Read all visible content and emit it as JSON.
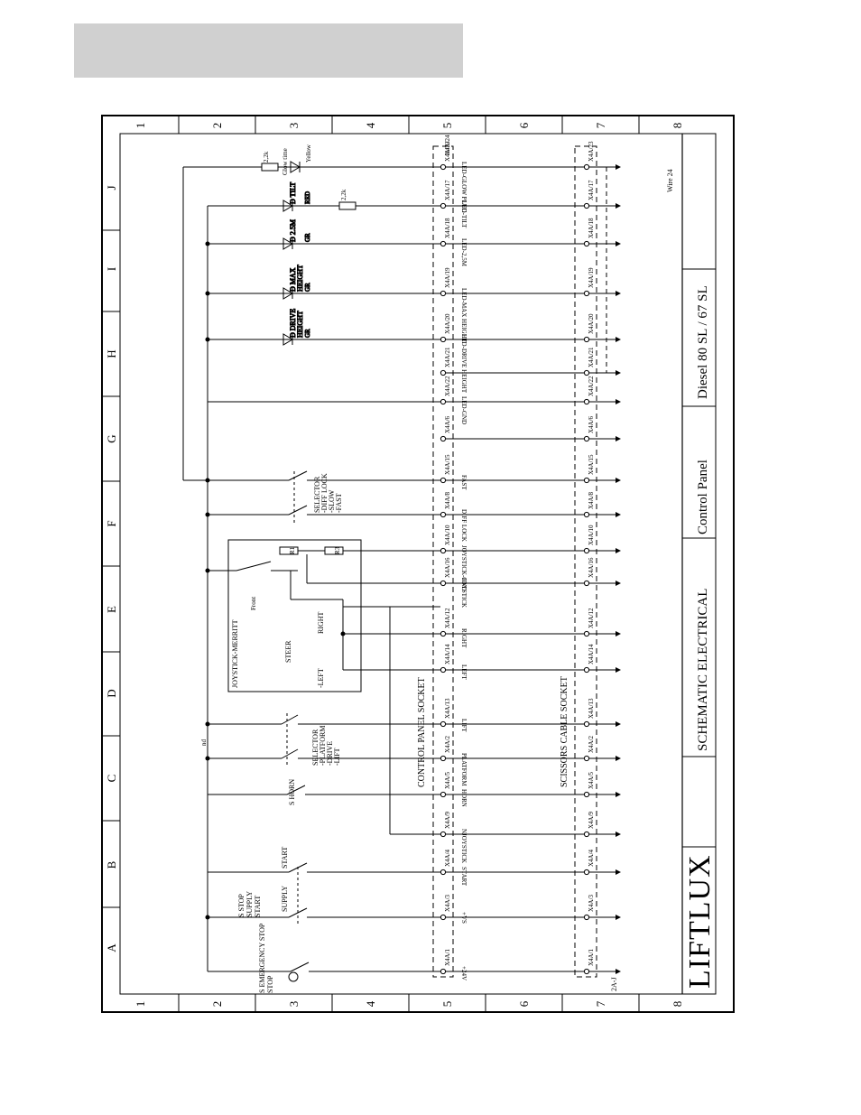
{
  "title_block": {
    "brand": "LIFTLUX",
    "drawing_type": "SCHEMATIC ELECTRICAL",
    "sheet_name": "Control Panel",
    "model": "Diesel 80 SL / 67 SL"
  },
  "grid": {
    "columns": [
      "1",
      "2",
      "3",
      "4",
      "5",
      "6",
      "7",
      "8"
    ],
    "rows": [
      "A",
      "B",
      "C",
      "D",
      "E",
      "F",
      "G",
      "H",
      "I",
      "J"
    ]
  },
  "sockets": {
    "control_panel": "CONTROL PANEL    SOCKET",
    "scissors_cable": "SCISSORS CABLE   SOCKET"
  },
  "wires": [
    {
      "pin": "X4A/1",
      "signal": "+24V"
    },
    {
      "pin": "X4A/3",
      "signal": "+VS"
    },
    {
      "pin": "X4A/4",
      "signal": "START"
    },
    {
      "pin": "X4A/9",
      "signal": "NJOYSTICK"
    },
    {
      "pin": "X4A/5",
      "signal": "HORN"
    },
    {
      "pin": "X4A/2",
      "signal": "PLATFORM"
    },
    {
      "pin": "X4A/13",
      "signal": "LIFT"
    },
    {
      "pin": "X4A/14",
      "signal": "LEFT"
    },
    {
      "pin": "X4A/12",
      "signal": "RIGHT"
    },
    {
      "pin": "X4A/16",
      "signal": "JOYSTICK"
    },
    {
      "pin": "X4A/10",
      "signal": "JOYSTICK-GND"
    },
    {
      "pin": "X4A/8",
      "signal": "DIFF LOCK"
    },
    {
      "pin": "X4A/15",
      "signal": "FAST"
    },
    {
      "pin": "X4A/6",
      "signal": ""
    },
    {
      "pin": "X4A/22",
      "signal": "LED-GND"
    },
    {
      "pin": "X4A/21",
      "signal": ""
    },
    {
      "pin": "X4A/20",
      "signal": "LED-DRIVE HEIGHT"
    },
    {
      "pin": "X4A/19",
      "signal": "LED-MAX HEIGHT"
    },
    {
      "pin": "X4A/18",
      "signal": "LED-2,5M"
    },
    {
      "pin": "X4A/17",
      "signal": "LED-TILT"
    },
    {
      "pin": "X4A/23",
      "signal": "LED-GLOW PLUG"
    }
  ],
  "top_pin": "X4A/24",
  "wire_note": "Wire 24",
  "bottom_note": "2A-J",
  "components": {
    "emergency_stop": "S EMERGENCY STOP",
    "emergency_stop_line2": "STOP",
    "stop_supply_start": [
      "S STOP",
      "SUPPLY",
      "START"
    ],
    "supply": "SUPPLY",
    "start": "START",
    "horn": "S HORN",
    "selector_platform": [
      "SELECTOR",
      "-PLATFORM",
      "-DRIVE",
      "-LIFT"
    ],
    "joystick_box": "JOYSTICK-MERRITT",
    "steer": "STEER",
    "left": "-LEFT",
    "right": "RIGHT",
    "front": "Front",
    "selector_diff": [
      "SELECTOR",
      "-DIFF LOCK",
      "-SLOW",
      "-FAST"
    ],
    "resistors": [
      "R1",
      "R3"
    ],
    "leds": [
      {
        "name": "D DRIVE",
        "name2": "HEIGHT",
        "color": "GR"
      },
      {
        "name": "D MAX",
        "name2": "HEIGHT",
        "color": "GR"
      },
      {
        "name": "D 2.5M",
        "name2": "",
        "color": "GR"
      },
      {
        "name": "D TILT",
        "name2": "",
        "color": "RED"
      }
    ],
    "glow_led": {
      "name": "Glow time",
      "color": "Yellow"
    },
    "resistor_value": "2,2k",
    "resistor_value2": "2,2k",
    "nd": "nd"
  }
}
